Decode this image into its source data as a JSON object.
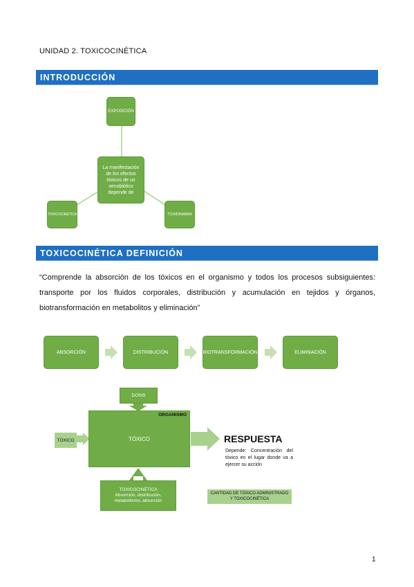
{
  "header": {
    "unit_title": "UNIDAD 2. TOXICOCINÉTICA"
  },
  "section1": {
    "title": "INTRODUCCIÓN"
  },
  "diagram1": {
    "top": "EXPOSICIÓN",
    "center": "La manifestación de los efectos tóxicos de un xenobiótico depende de",
    "left": "TOXICOCINÉTICA",
    "right": "TOXIDINAMIA"
  },
  "section2": {
    "title": "TOXICOCINÉTICA DEFINICIÓN"
  },
  "definition": "“Comprende la absorción de los tóxicos en el organismo y todos los procesos subsiguientes: transporte por los fluidos corporales, distribución y acumulación en tejidos y órganos, biotransformación en metabolitos y eliminación”",
  "process": [
    "ABSORCIÓN",
    "DISTRIBUCIÓN",
    "BIOTRANSFORMACIÓN",
    "ELIMINACIÓN"
  ],
  "diagram2": {
    "dosis": "DOSIS",
    "organismo": "ORGANISMO",
    "toxico_in": "TÓXICO",
    "toxico_center": "TÓXICO",
    "toxicocinetica_title": "TOXICOCINÉTICA",
    "toxicocinetica_detail": "Absorción, distribución, metabolismo, absorción",
    "respuesta": "RESPUESTA",
    "depende": "Depende: Concentración del tóxico en el lugar donde va a ejercer su acción",
    "cantidad": "CANTIDAD DE TÓXICO ADMINISTRADO Y TOXICOCINÉTICA"
  },
  "footer": {
    "page_number": "1"
  },
  "colors": {
    "section_bar": "#1f6fc2",
    "green": "#70ad47",
    "light_green": "#a9d18e",
    "arrow_green": "#c5e0b4"
  }
}
